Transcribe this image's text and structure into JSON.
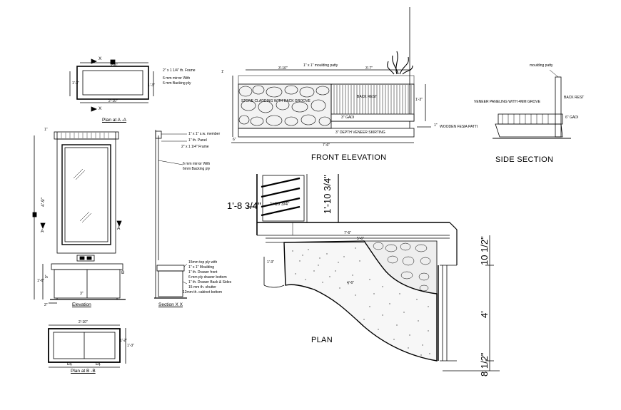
{
  "colors": {
    "ink": "#000000",
    "paper": "#ffffff",
    "stone_fill": "#e6e6e6"
  },
  "plan_aa": {
    "title": "Plan at A -A",
    "marker_top": "X",
    "marker_bottom": "X",
    "dim_top": "2'-6\"",
    "dim_left": "1'-3\"",
    "dim_bottom": "2'-10\"",
    "dim_right": "1'-3\"",
    "note_frame": "2\" x 1 1/4\" th. Frame",
    "note_mirror": "6 mm mirror With",
    "note_ply": "6 mm Backing ply"
  },
  "elevation": {
    "title": "Elevation",
    "dim_top": "1\"",
    "dim_main": "4'-9\"",
    "dim_drawer": "9\"",
    "dim_base": "1'-6\"",
    "dim_bottom": "2\"",
    "dim_foot": "3\"",
    "marker_left": "A",
    "marker_right": "A",
    "marker_b": "B"
  },
  "section_xx": {
    "title": "Section X X",
    "note_member": "1\" x 1\" s.w. member",
    "note_panel": "1\" th. Panel",
    "note_frame": "2\" x 1 1/4\" Frame",
    "note_mirror": "6 mm mirror With",
    "note_ply": "6mm Backing ply",
    "note_top": "15mm top ply with",
    "note_moulding": "1\" x 1\" Moulding",
    "note_drawer_front": "1\" th. Drawer front",
    "note_drawer_bottom": "6 mm ply drawer bottom",
    "note_drawer_back": "1\" th. Drawer Back & Sides",
    "note_shutter": "15 mm th. shutter",
    "note_cabinet": "12mm th. cabinet bottom"
  },
  "plan_bb": {
    "title": "Plan at B -B",
    "dim_top": "2'-10\"",
    "dim_right": "1'-3\"",
    "dim_left_inner": "1'-2\"",
    "label_left": "Eq.",
    "label_right": "Eq."
  },
  "front_elevation": {
    "title": "FRONT ELEVATION",
    "note_moulding": "1\" x 1\" moulding patty",
    "dim_left_top": "3'-10\"",
    "dim_right_top": "3'-7\"",
    "dim_height": "1'-3\"",
    "dim_left_side": "1'",
    "note_stone": "STONE CLADDING WITH BACK GROOVE",
    "label_backrest": "BACK REST",
    "label_gadi": "3\" GADI",
    "note_skirting": "3\" DEPTH VENEER SKIRTING",
    "note_fesia": "WOODEN FESIA PATTI",
    "dim_fesia": "1\"",
    "dim_bottom_left": "6\"",
    "dim_total": "7'-6\""
  },
  "side_section": {
    "title": "SIDE SECTION",
    "note_moulding": "moulding patty",
    "label_backrest": "BACK REST",
    "note_veneer": "VENEER PANELING WITH 4MM GROVE",
    "label_gadi": "6\" GADI"
  },
  "plan": {
    "title": "PLAN",
    "dim_left": "1'-8 3/4\"",
    "dim_top_vert": "1'-10 3/4\"",
    "dim_window": "1'-10 3/4\"",
    "dim_width1": "7'-6\"",
    "dim_width2": "5'-6\"",
    "dim_side": "1'-3\"",
    "dim_diag": "4'-6\"",
    "dim_right_a": "10 1/2\"",
    "dim_right_b": "4'",
    "dim_right_c": "8 1/2\""
  }
}
